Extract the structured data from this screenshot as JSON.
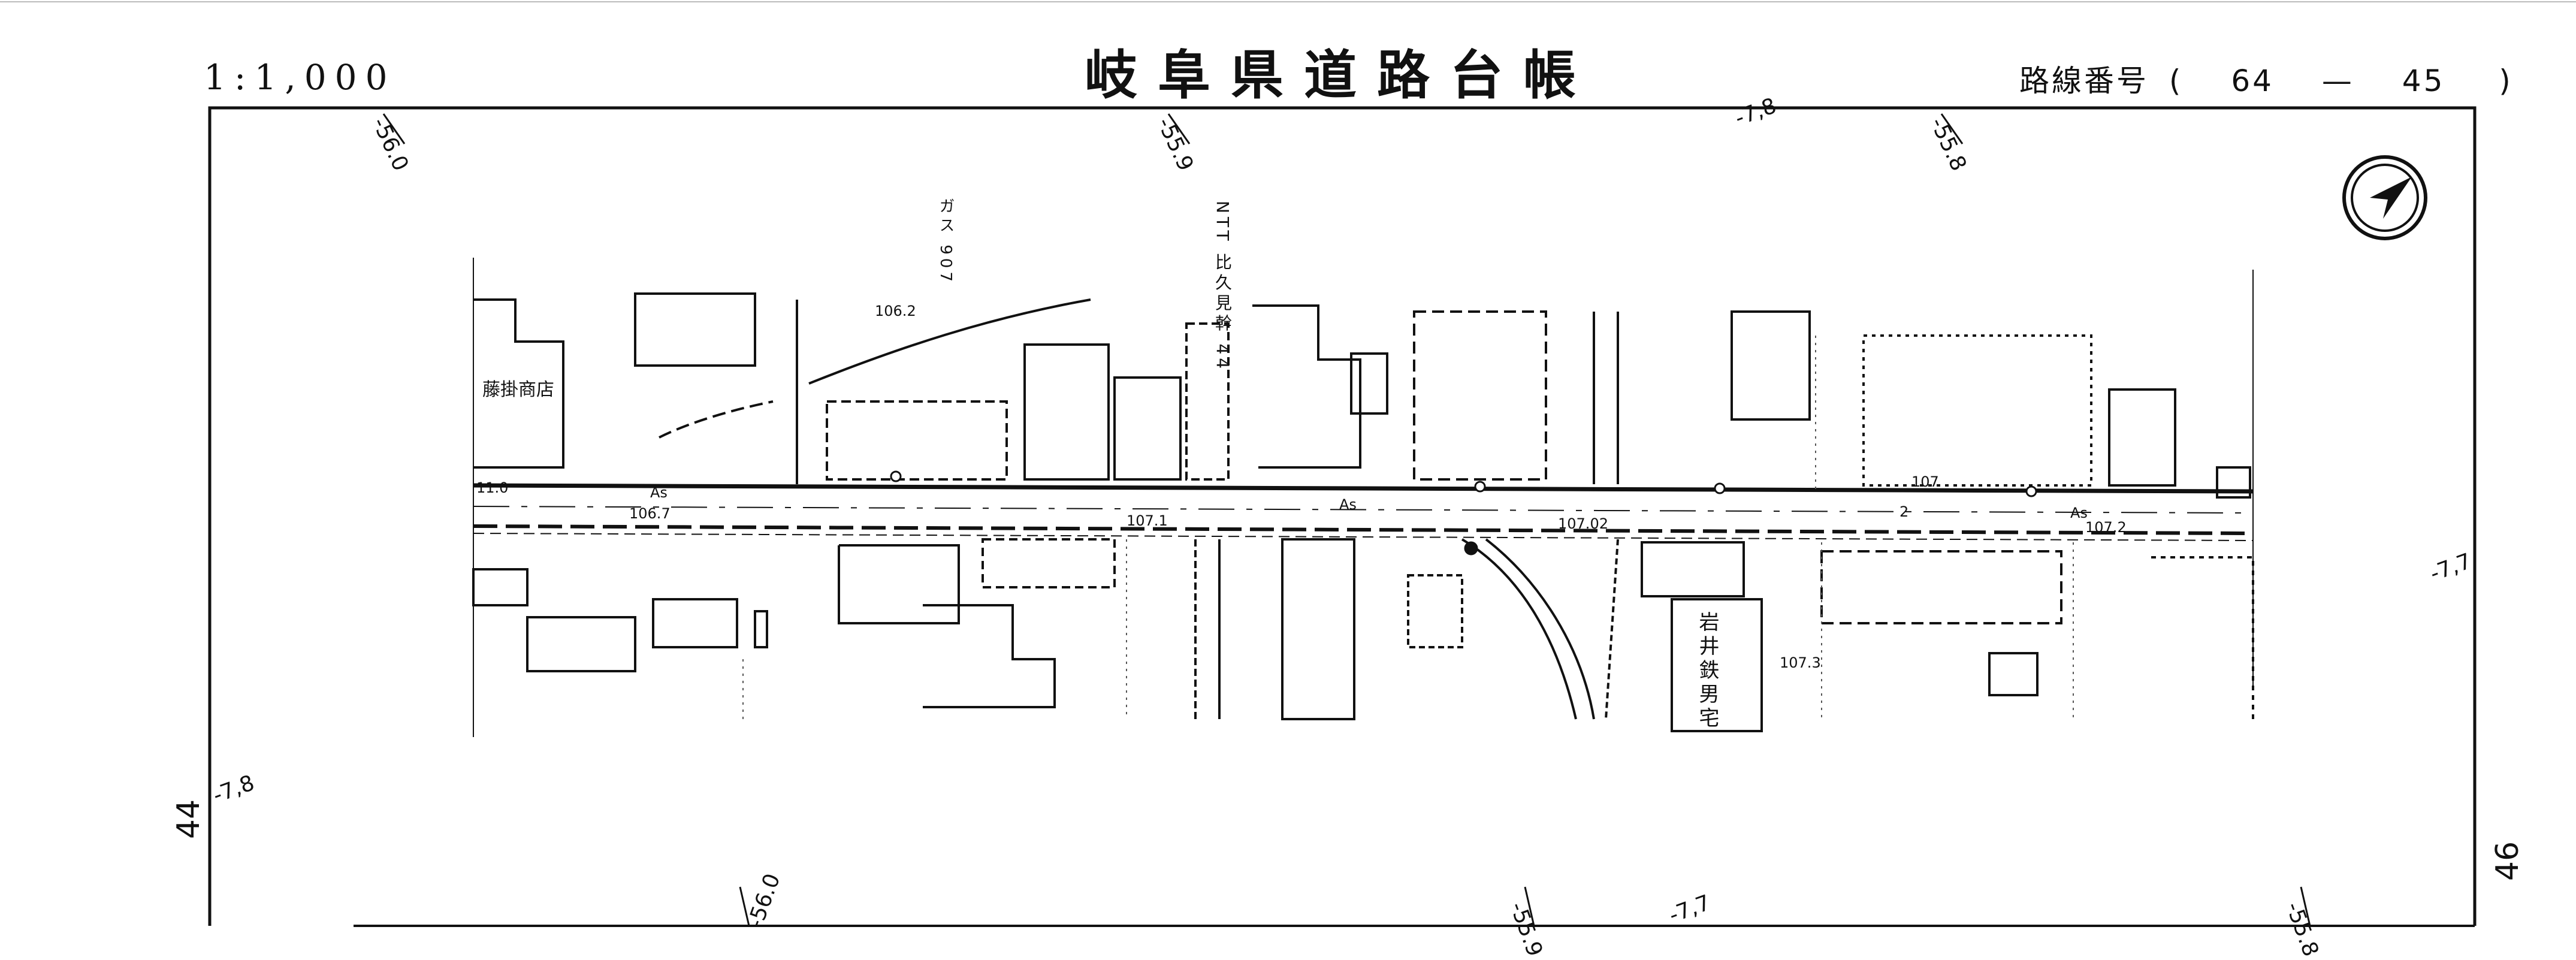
{
  "header": {
    "scale": "1:1,000",
    "title": "岐阜県道路台帳",
    "route_label": "路線番号",
    "route_open": "(",
    "route_first": "64",
    "route_dash": "—",
    "route_second": "45",
    "route_close": ")"
  },
  "compass": {
    "icon": "north-arrow-icon"
  },
  "grid_labels": {
    "top_560": "-56.0",
    "top_559": "-55.9",
    "top_78": "-7,8",
    "top_558": "-55.8",
    "bottom_560": "-56.0",
    "bottom_559": "-55.9",
    "bottom_77": "-7,7",
    "bottom_558": "-55.8",
    "left_78": "-7,8",
    "right_77": "-7,7"
  },
  "sheet_numbers": {
    "left": "44",
    "right": "46"
  },
  "map_labels": {
    "fujikake_shop": "藤掛商店",
    "elev_1062": "106.2",
    "elev_1067": "106.7",
    "elev_1071": "107.1",
    "elev_10702": "107.02",
    "elev_107": "107",
    "elev_1072": "107.2",
    "elev_1073": "107.3",
    "iwai_residence": "岩井鉄男宅",
    "gas_pole": "ガス 907",
    "ntt_pole": "NTT 比久見幹 44",
    "as_1": "As",
    "as_2": "As",
    "as_3": "As",
    "width_110": "11.0",
    "num_2": "2"
  }
}
